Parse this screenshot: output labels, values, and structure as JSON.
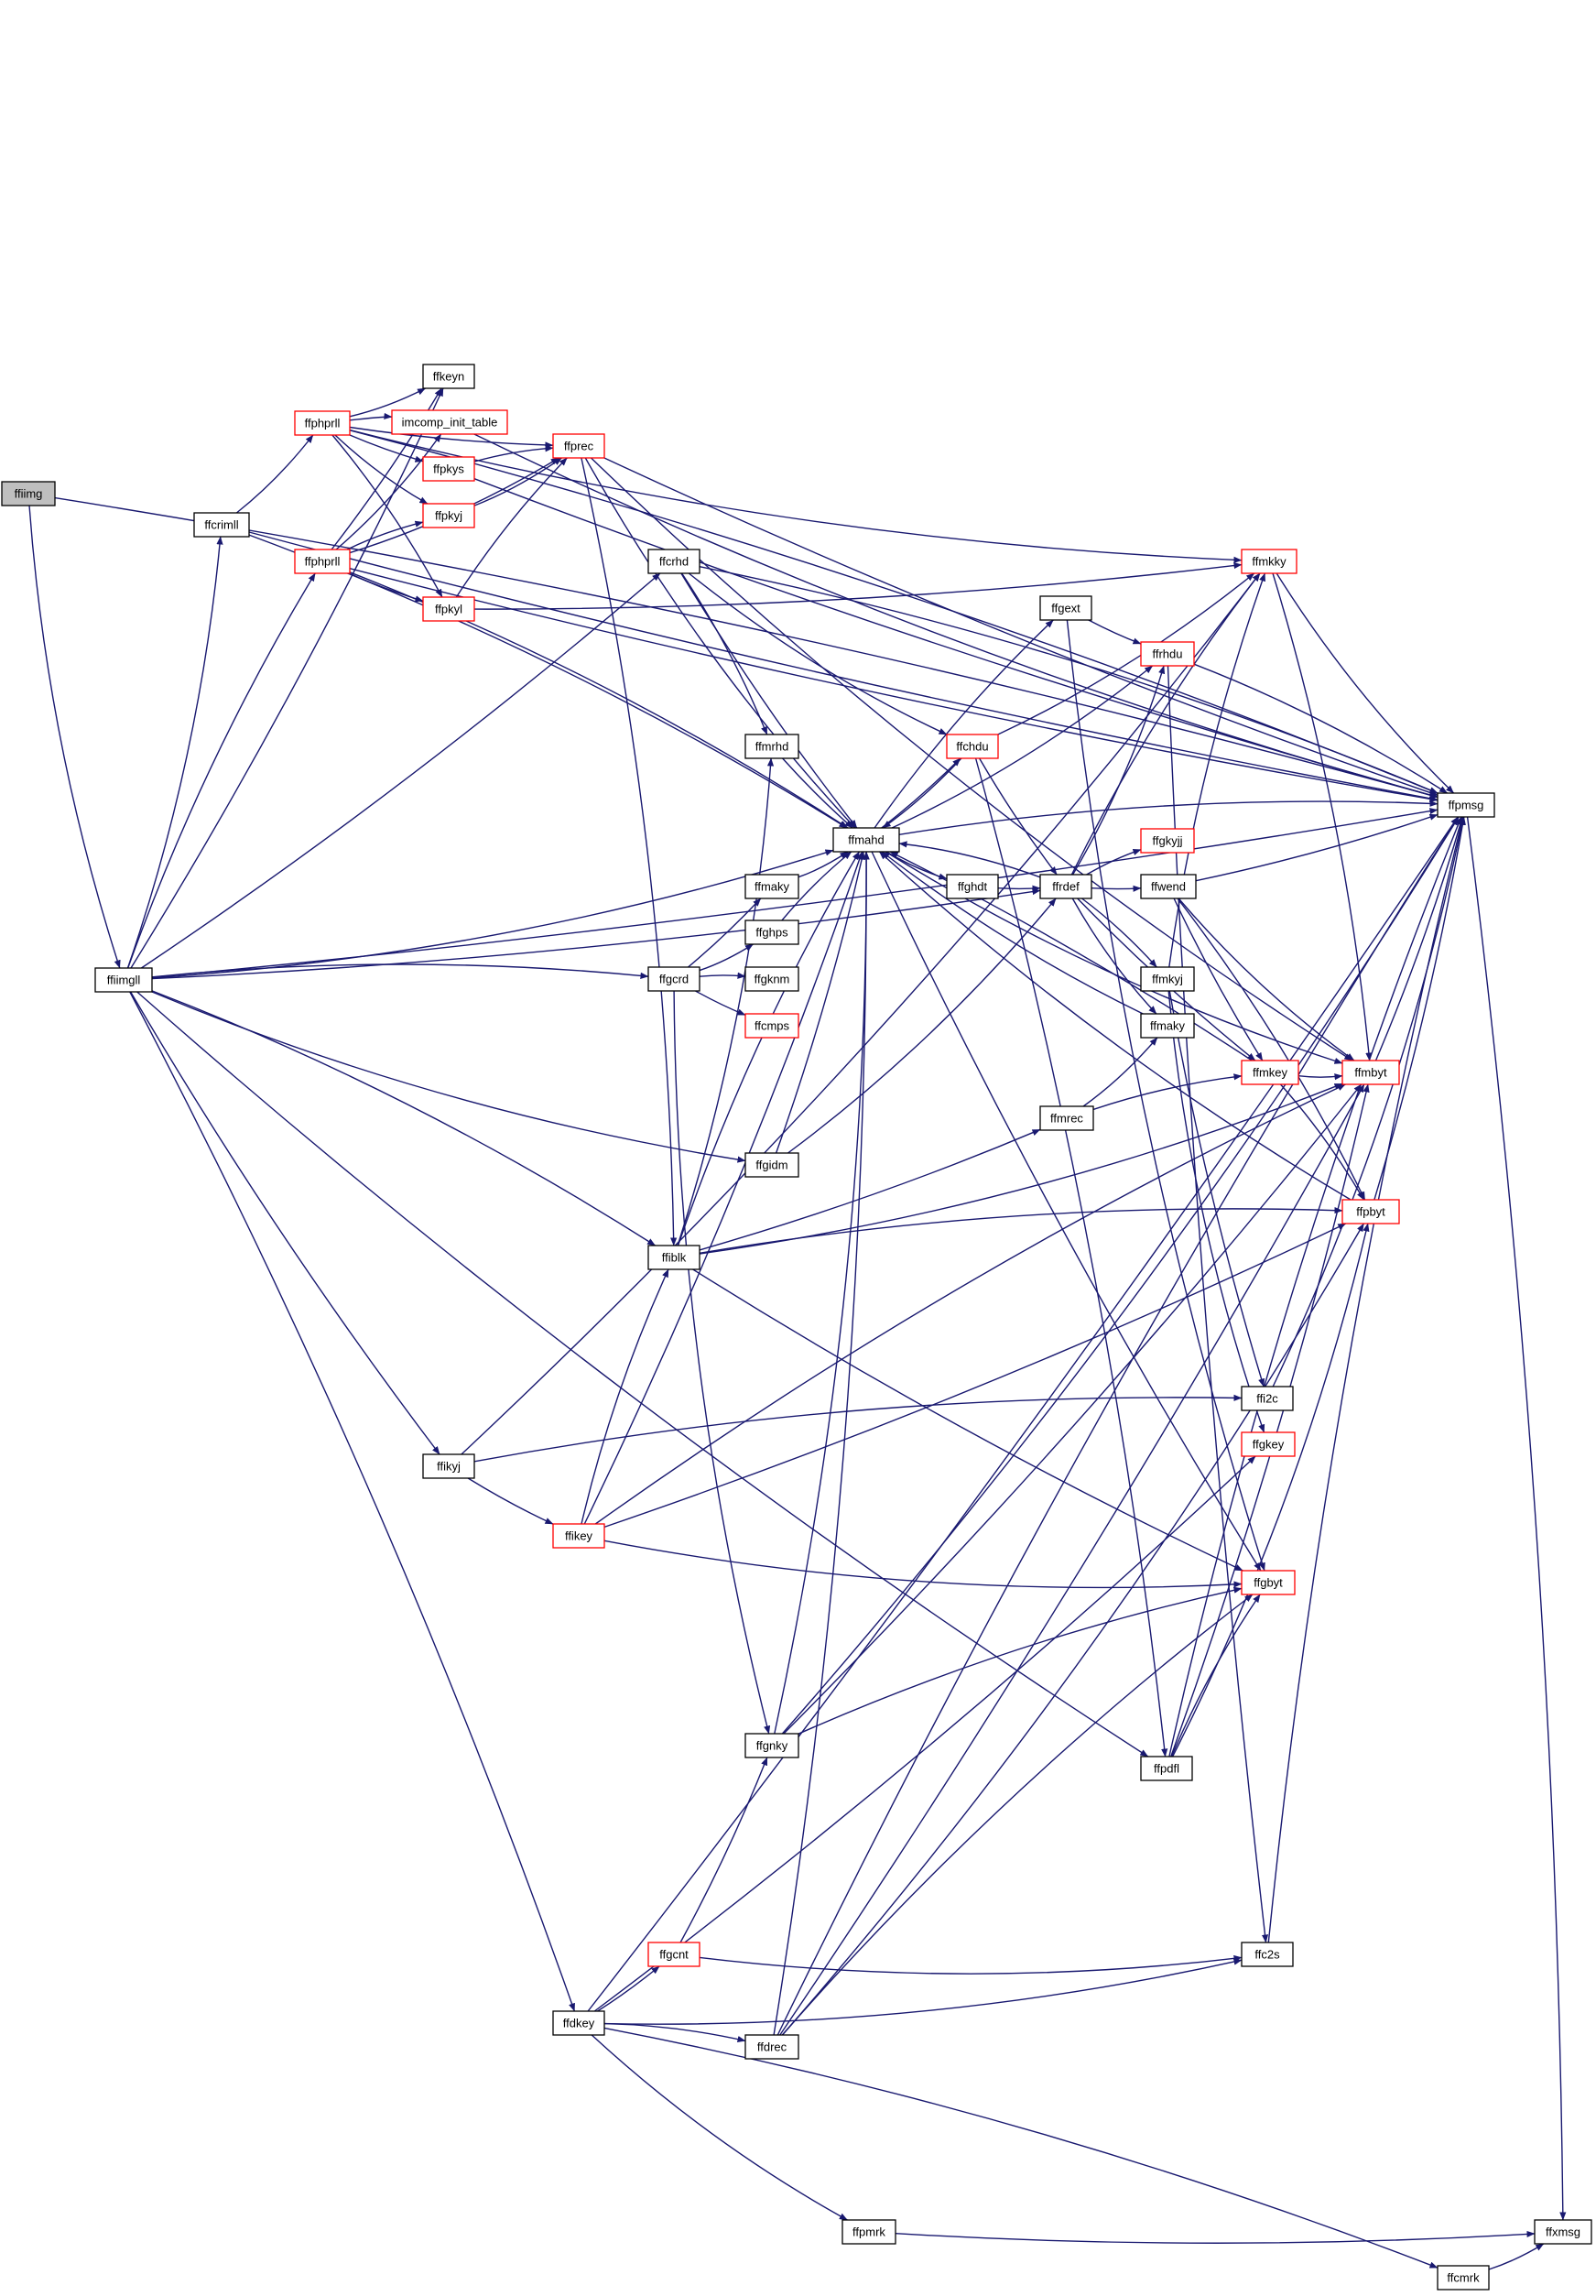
{
  "graph": {
    "colors": {
      "edge": "#191970",
      "node_border": "#000000",
      "linked_border": "#ff0000",
      "root_fill": "#bfbfbf"
    },
    "nodes": [
      {
        "id": "ffiimg",
        "label": "ffiimg",
        "style": "root"
      },
      {
        "id": "ffiimgll",
        "label": "ffiimgll",
        "style": "normal"
      },
      {
        "id": "ffcrimll",
        "label": "ffcrimll",
        "style": "normal"
      },
      {
        "id": "ffphprll_a",
        "label": "ffphprll",
        "style": "red"
      },
      {
        "id": "ffphprll_b",
        "label": "ffphprll",
        "style": "red"
      },
      {
        "id": "ffkeyn",
        "label": "ffkeyn",
        "style": "normal"
      },
      {
        "id": "imcomp",
        "label": "imcomp_init_table",
        "style": "red"
      },
      {
        "id": "ffpkys",
        "label": "ffpkys",
        "style": "red"
      },
      {
        "id": "ffpkyj",
        "label": "ffpkyj",
        "style": "red"
      },
      {
        "id": "ffpkyl",
        "label": "ffpkyl",
        "style": "red"
      },
      {
        "id": "ffprec",
        "label": "ffprec",
        "style": "red"
      },
      {
        "id": "ffcrhd",
        "label": "ffcrhd",
        "style": "normal"
      },
      {
        "id": "ffmrhd",
        "label": "ffmrhd",
        "style": "normal"
      },
      {
        "id": "ffmahd",
        "label": "ffmahd",
        "style": "normal"
      },
      {
        "id": "ffchdu",
        "label": "ffchdu",
        "style": "red"
      },
      {
        "id": "ffgext",
        "label": "ffgext",
        "style": "normal"
      },
      {
        "id": "ffrhdu",
        "label": "ffrhdu",
        "style": "red"
      },
      {
        "id": "ffmkky",
        "label": "ffmkky",
        "style": "red"
      },
      {
        "id": "ffpmsg",
        "label": "ffpmsg",
        "style": "normal"
      },
      {
        "id": "ffgkyjj",
        "label": "ffgkyjj",
        "style": "red"
      },
      {
        "id": "ffghdt",
        "label": "ffghdt",
        "style": "normal"
      },
      {
        "id": "ffrdef",
        "label": "ffrdef",
        "style": "normal"
      },
      {
        "id": "ffwend",
        "label": "ffwend",
        "style": "normal"
      },
      {
        "id": "ffmaky1",
        "label": "ffmaky",
        "style": "normal"
      },
      {
        "id": "ffghps",
        "label": "ffghps",
        "style": "normal"
      },
      {
        "id": "ffgcrd",
        "label": "ffgcrd",
        "style": "normal"
      },
      {
        "id": "ffgknm",
        "label": "ffgknm",
        "style": "normal"
      },
      {
        "id": "ffcmps",
        "label": "ffcmps",
        "style": "red"
      },
      {
        "id": "ffmkyj",
        "label": "ffmkyj",
        "style": "normal"
      },
      {
        "id": "ffmaky2",
        "label": "ffmaky",
        "style": "normal"
      },
      {
        "id": "ffmkey",
        "label": "ffmkey",
        "style": "red"
      },
      {
        "id": "ffmbyt",
        "label": "ffmbyt",
        "style": "red"
      },
      {
        "id": "ffmrec",
        "label": "ffmrec",
        "style": "normal"
      },
      {
        "id": "ffgidm",
        "label": "ffgidm",
        "style": "normal"
      },
      {
        "id": "ffpbyt",
        "label": "ffpbyt",
        "style": "red"
      },
      {
        "id": "ffiblk",
        "label": "ffiblk",
        "style": "normal"
      },
      {
        "id": "ffi2c",
        "label": "ffi2c",
        "style": "normal"
      },
      {
        "id": "ffikyj",
        "label": "ffikyj",
        "style": "normal"
      },
      {
        "id": "ffgkey",
        "label": "ffgkey",
        "style": "red"
      },
      {
        "id": "ffikey",
        "label": "ffikey",
        "style": "red"
      },
      {
        "id": "ffgbyt",
        "label": "ffgbyt",
        "style": "red"
      },
      {
        "id": "ffgnky",
        "label": "ffgnky",
        "style": "normal"
      },
      {
        "id": "ffpdfl",
        "label": "ffpdfl",
        "style": "normal"
      },
      {
        "id": "ffgcnt",
        "label": "ffgcnt",
        "style": "red"
      },
      {
        "id": "ffc2s",
        "label": "ffc2s",
        "style": "normal"
      },
      {
        "id": "ffdkey",
        "label": "ffdkey",
        "style": "normal"
      },
      {
        "id": "ffdrec",
        "label": "ffdrec",
        "style": "normal"
      },
      {
        "id": "ffpmrk",
        "label": "ffpmrk",
        "style": "normal"
      },
      {
        "id": "ffxmsg",
        "label": "ffxmsg",
        "style": "normal"
      },
      {
        "id": "ffcmrk",
        "label": "ffcmrk",
        "style": "normal"
      }
    ],
    "edges": [
      [
        "ffiimg",
        "ffiimgll"
      ],
      [
        "ffiimg",
        "ffpmsg"
      ],
      [
        "ffiimgll",
        "ffpmsg"
      ],
      [
        "ffiimgll",
        "ffcrimll"
      ],
      [
        "ffiimgll",
        "ffphprll_b"
      ],
      [
        "ffiimgll",
        "ffkeyn"
      ],
      [
        "ffiimgll",
        "ffmahd"
      ],
      [
        "ffiimgll",
        "ffgcrd"
      ],
      [
        "ffiimgll",
        "ffrdef"
      ],
      [
        "ffiimgll",
        "ffgidm"
      ],
      [
        "ffiimgll",
        "ffiblk"
      ],
      [
        "ffiimgll",
        "ffikyj"
      ],
      [
        "ffiimgll",
        "ffpdfl"
      ],
      [
        "ffiimgll",
        "ffdkey"
      ],
      [
        "ffiimgll",
        "ffcrhd"
      ],
      [
        "ffcrimll",
        "ffphprll_a"
      ],
      [
        "ffcrimll",
        "ffmahd"
      ],
      [
        "ffcrimll",
        "ffpmsg"
      ],
      [
        "ffphprll_a",
        "ffkeyn"
      ],
      [
        "ffphprll_a",
        "imcomp"
      ],
      [
        "ffphprll_a",
        "ffpkys"
      ],
      [
        "ffphprll_a",
        "ffpkyj"
      ],
      [
        "ffphprll_a",
        "ffpkyl"
      ],
      [
        "ffphprll_a",
        "ffprec"
      ],
      [
        "ffphprll_a",
        "ffmkky"
      ],
      [
        "ffphprll_a",
        "ffpmsg"
      ],
      [
        "ffphprll_b",
        "ffkeyn"
      ],
      [
        "ffphprll_b",
        "imcomp"
      ],
      [
        "ffphprll_b",
        "ffpkyj"
      ],
      [
        "ffphprll_b",
        "ffpkyl"
      ],
      [
        "ffphprll_b",
        "ffprec"
      ],
      [
        "ffphprll_b",
        "ffmahd"
      ],
      [
        "ffphprll_b",
        "ffpmsg"
      ],
      [
        "imcomp",
        "ffpmsg"
      ],
      [
        "ffpkys",
        "ffprec"
      ],
      [
        "ffpkys",
        "ffpmsg"
      ],
      [
        "ffpkyj",
        "ffprec"
      ],
      [
        "ffpkyl",
        "ffprec"
      ],
      [
        "ffpkyl",
        "ffmkky"
      ],
      [
        "ffprec",
        "ffmahd"
      ],
      [
        "ffprec",
        "ffiblk"
      ],
      [
        "ffprec",
        "ffpmsg"
      ],
      [
        "ffprec",
        "ffmbyt"
      ],
      [
        "ffcrhd",
        "ffmrhd"
      ],
      [
        "ffcrhd",
        "ffmahd"
      ],
      [
        "ffcrhd",
        "ffchdu"
      ],
      [
        "ffcrhd",
        "ffpmsg"
      ],
      [
        "ffmrhd",
        "ffmahd"
      ],
      [
        "ffmahd",
        "ffghdt"
      ],
      [
        "ffmahd",
        "ffpmsg"
      ],
      [
        "ffmahd",
        "ffchdu"
      ],
      [
        "ffmahd",
        "ffrhdu"
      ],
      [
        "ffmahd",
        "ffgext"
      ],
      [
        "ffmahd",
        "ffgbyt"
      ],
      [
        "ffmahd",
        "ffmbyt"
      ],
      [
        "ffchdu",
        "ffmahd"
      ],
      [
        "ffchdu",
        "ffrdef"
      ],
      [
        "ffchdu",
        "ffmkky"
      ],
      [
        "ffchdu",
        "ffpdfl"
      ],
      [
        "ffgext",
        "ffrhdu"
      ],
      [
        "ffgext",
        "ffgbyt"
      ],
      [
        "ffrhdu",
        "ffpmsg"
      ],
      [
        "ffrhdu",
        "ffc2s"
      ],
      [
        "ffmkky",
        "ffpmsg"
      ],
      [
        "ffmkky",
        "ffmbyt"
      ],
      [
        "ffghdt",
        "ffrdef"
      ],
      [
        "ffrdef",
        "ffmahd"
      ],
      [
        "ffrdef",
        "ffgkyjj"
      ],
      [
        "ffrdef",
        "ffwend"
      ],
      [
        "ffrdef",
        "ffrhdu"
      ],
      [
        "ffrdef",
        "ffmkyj"
      ],
      [
        "ffrdef",
        "ffmkey"
      ],
      [
        "ffrdef",
        "ffmaky2"
      ],
      [
        "ffrdef",
        "ffmkky"
      ],
      [
        "ffwend",
        "ffpmsg"
      ],
      [
        "ffwend",
        "ffmbyt"
      ],
      [
        "ffwend",
        "ffpbyt"
      ],
      [
        "ffwend",
        "ffmkey"
      ],
      [
        "ffmaky1",
        "ffmahd"
      ],
      [
        "ffghps",
        "ffmahd"
      ],
      [
        "ffgcrd",
        "ffmaky1"
      ],
      [
        "ffgcrd",
        "ffghps"
      ],
      [
        "ffgcrd",
        "ffgknm"
      ],
      [
        "ffgcrd",
        "ffcmps"
      ],
      [
        "ffgcrd",
        "ffgnky"
      ],
      [
        "ffmkyj",
        "ffmkky"
      ],
      [
        "ffmkyj",
        "ffi2c"
      ],
      [
        "ffmkyj",
        "ffgkey"
      ],
      [
        "ffmaky2",
        "ffmahd"
      ],
      [
        "ffmkey",
        "ffmahd"
      ],
      [
        "ffmkey",
        "ffmbyt"
      ],
      [
        "ffmkey",
        "ffpbyt"
      ],
      [
        "ffmbyt",
        "ffpmsg"
      ],
      [
        "ffmrec",
        "ffmaky2"
      ],
      [
        "ffmrec",
        "ffmkey"
      ],
      [
        "ffgidm",
        "ffmahd"
      ],
      [
        "ffgidm",
        "ffrdef"
      ],
      [
        "ffpbyt",
        "ffmahd"
      ],
      [
        "ffpbyt",
        "ffpmsg"
      ],
      [
        "ffiblk",
        "ffmrhd"
      ],
      [
        "ffiblk",
        "ffmahd"
      ],
      [
        "ffiblk",
        "ffmrec"
      ],
      [
        "ffiblk",
        "ffmbyt"
      ],
      [
        "ffiblk",
        "ffpbyt"
      ],
      [
        "ffiblk",
        "ffgbyt"
      ],
      [
        "ffi2c",
        "ffpmsg"
      ],
      [
        "ffikyj",
        "ffi2c"
      ],
      [
        "ffikyj",
        "ffikey"
      ],
      [
        "ffikyj",
        "ffmkky"
      ],
      [
        "ffikey",
        "ffiblk"
      ],
      [
        "ffikey",
        "ffmahd"
      ],
      [
        "ffikey",
        "ffgbyt"
      ],
      [
        "ffikey",
        "ffmbyt"
      ],
      [
        "ffikey",
        "ffpbyt"
      ],
      [
        "ffgnky",
        "ffmahd"
      ],
      [
        "ffgnky",
        "ffgbyt"
      ],
      [
        "ffgnky",
        "ffmbyt"
      ],
      [
        "ffgnky",
        "ffpmsg"
      ],
      [
        "ffpdfl",
        "ffgbyt"
      ],
      [
        "ffpdfl",
        "ffmbyt"
      ],
      [
        "ffpdfl",
        "ffpbyt"
      ],
      [
        "ffpdfl",
        "ffpmsg"
      ],
      [
        "ffgcnt",
        "ffgnky"
      ],
      [
        "ffgcnt",
        "ffc2s"
      ],
      [
        "ffc2s",
        "ffpmsg"
      ],
      [
        "ffdkey",
        "ffgcnt"
      ],
      [
        "ffdkey",
        "ffc2s"
      ],
      [
        "ffdkey",
        "ffdrec"
      ],
      [
        "ffdkey",
        "ffgkey"
      ],
      [
        "ffdkey",
        "ffpmrk"
      ],
      [
        "ffdkey",
        "ffcmrk"
      ],
      [
        "ffdkey",
        "ffpmsg"
      ],
      [
        "ffdrec",
        "ffmahd"
      ],
      [
        "ffdrec",
        "ffgbyt"
      ],
      [
        "ffdrec",
        "ffmbyt"
      ],
      [
        "ffdrec",
        "ffpbyt"
      ],
      [
        "ffdrec",
        "ffpmsg"
      ],
      [
        "ffpmrk",
        "ffxmsg"
      ],
      [
        "ffcmrk",
        "ffxmsg"
      ],
      [
        "ffpmsg",
        "ffxmsg"
      ]
    ]
  }
}
